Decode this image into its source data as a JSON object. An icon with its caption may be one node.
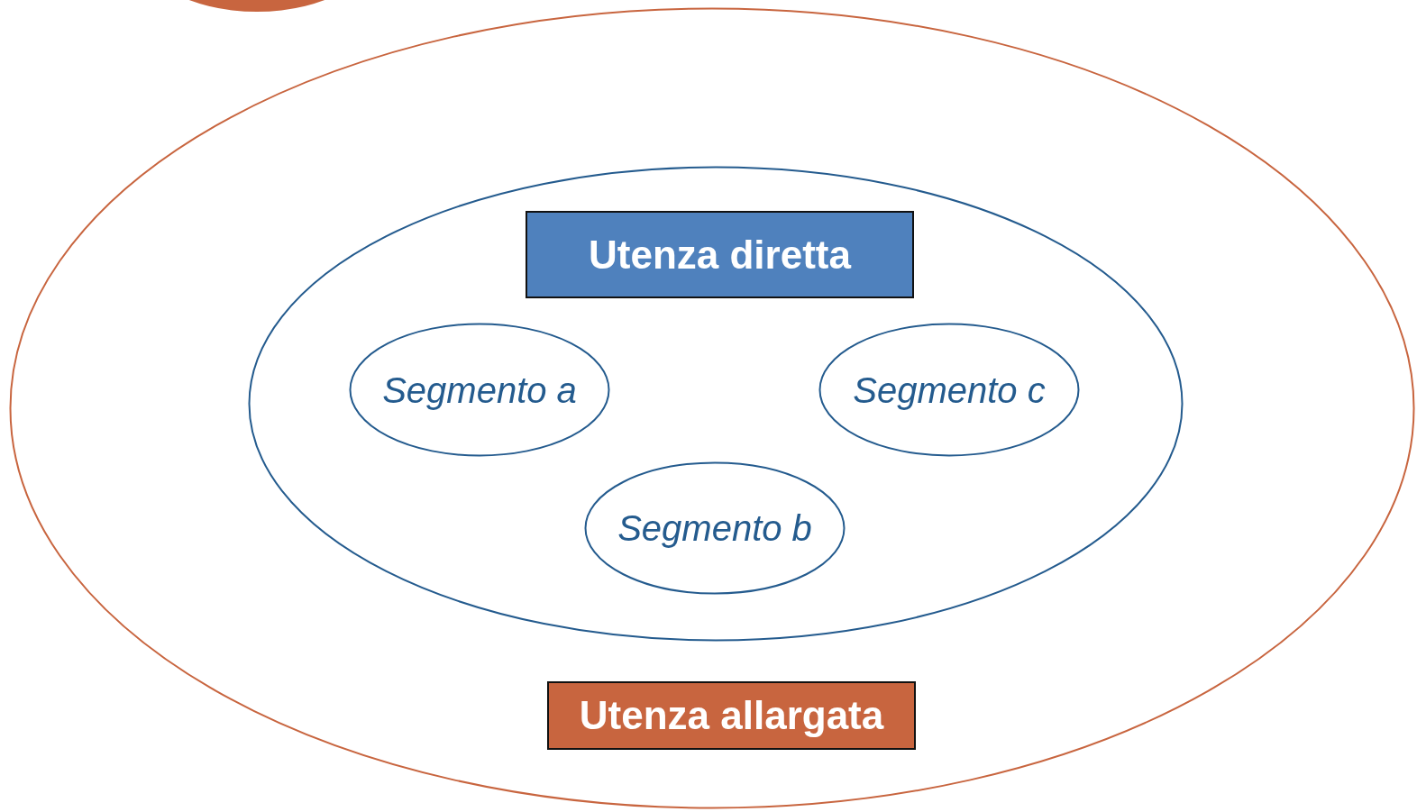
{
  "diagram": {
    "nodes": [
      {
        "text": [],
        "shape": "ellipse"
      },
      {
        "text": [],
        "shape": "ellipse",
        "in": 0
      },
      {
        "text": [
          "Utenza diretta"
        ],
        "in": 1
      },
      {
        "text": [
          "Segmento a"
        ],
        "in": 1
      },
      {
        "text": [
          "Segmento c"
        ],
        "in": 1
      },
      {
        "text": [
          "Segmento b"
        ],
        "in": 1
      },
      {
        "text": [
          "Utenza allargata"
        ],
        "in": 0
      }
    ]
  }
}
